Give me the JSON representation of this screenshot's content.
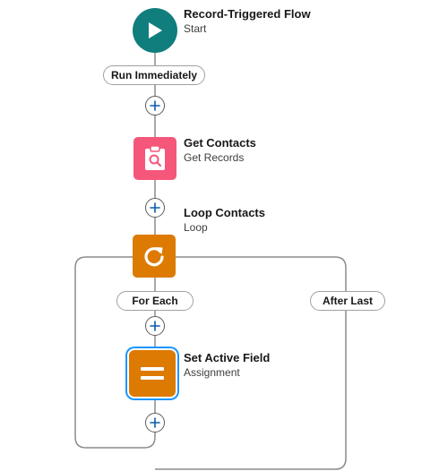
{
  "start": {
    "title": "Record-Triggered Flow",
    "subtitle": "Start",
    "icon": "play-icon",
    "color": "#107e7d"
  },
  "run_badge": {
    "label": "Run Immediately"
  },
  "get_records": {
    "title": "Get Contacts",
    "subtitle": "Get Records",
    "icon": "clipboard-search-icon",
    "color": "#f5577a"
  },
  "loop": {
    "title": "Loop Contacts",
    "subtitle": "Loop",
    "icon": "loop-arrow-icon",
    "color": "#dd7a01",
    "for_each_label": "For Each",
    "after_last_label": "After Last"
  },
  "assignment": {
    "title": "Set Active Field",
    "subtitle": "Assignment",
    "icon": "equals-icon",
    "color": "#dd7a01",
    "selected": true,
    "selection_color": "#1b96ff"
  },
  "add_element_icon": "plus-icon"
}
